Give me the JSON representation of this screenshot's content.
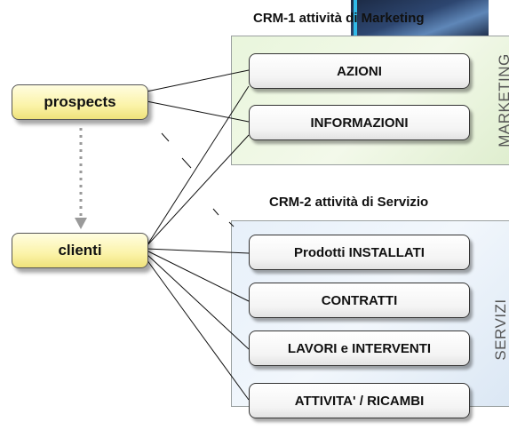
{
  "marketing": {
    "heading": "CRM-1 attività di Marketing",
    "side_label": "MARKETING",
    "items": [
      "AZIONI",
      "INFORMAZIONI"
    ]
  },
  "servizi": {
    "heading": "CRM-2 attività di Servizio",
    "side_label": "SERVIZI",
    "items": [
      "Prodotti INSTALLATI",
      "CONTRATTI",
      "LAVORI e INTERVENTI",
      "ATTIVITA' / RICAMBI"
    ]
  },
  "actors": {
    "prospects": "prospects",
    "clienti": "clienti"
  },
  "colors": {
    "actor_fill": "#fbf3a8",
    "marketing_panel": "#e9f6dc",
    "servizi_panel": "#e7f0fa",
    "arrow": "#999999"
  }
}
